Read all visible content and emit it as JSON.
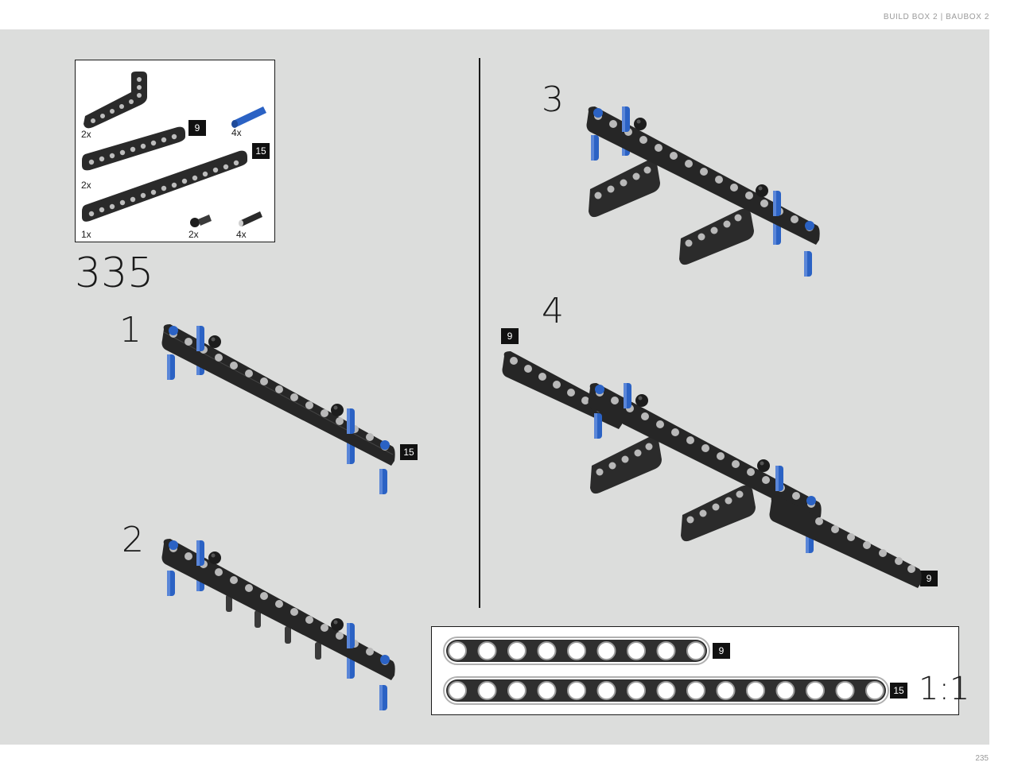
{
  "header": {
    "title": "BUILD BOX 2  |  BAUBOX 2"
  },
  "page_number": "235",
  "step_number": "335",
  "parts": {
    "items": [
      {
        "qty": "2x",
        "icon": "l-beam-icon"
      },
      {
        "qty": "4x",
        "icon": "blue-axle-pin-icon"
      },
      {
        "qty": "2x",
        "icon": "beam-9-icon",
        "length": "9"
      },
      {
        "qty": "1x",
        "icon": "beam-15-icon",
        "length": "15"
      },
      {
        "qty": "2x",
        "icon": "black-ball-joint-icon"
      },
      {
        "qty": "4x",
        "icon": "black-pin-icon"
      }
    ]
  },
  "substeps": [
    {
      "number": "1",
      "tag": "15"
    },
    {
      "number": "2"
    },
    {
      "number": "3"
    },
    {
      "number": "4",
      "tag_start": "9",
      "tag_end": "9"
    }
  ],
  "scale_guide": {
    "beams": [
      {
        "length": "9",
        "holes": 9
      },
      {
        "length": "15",
        "holes": 15
      }
    ],
    "ratio": "1:1"
  },
  "colors": {
    "panel": "#dcdddc",
    "beam": "#2a2a2a",
    "blue_pin": "#2b62c4",
    "hole": "#b9b9b9"
  }
}
